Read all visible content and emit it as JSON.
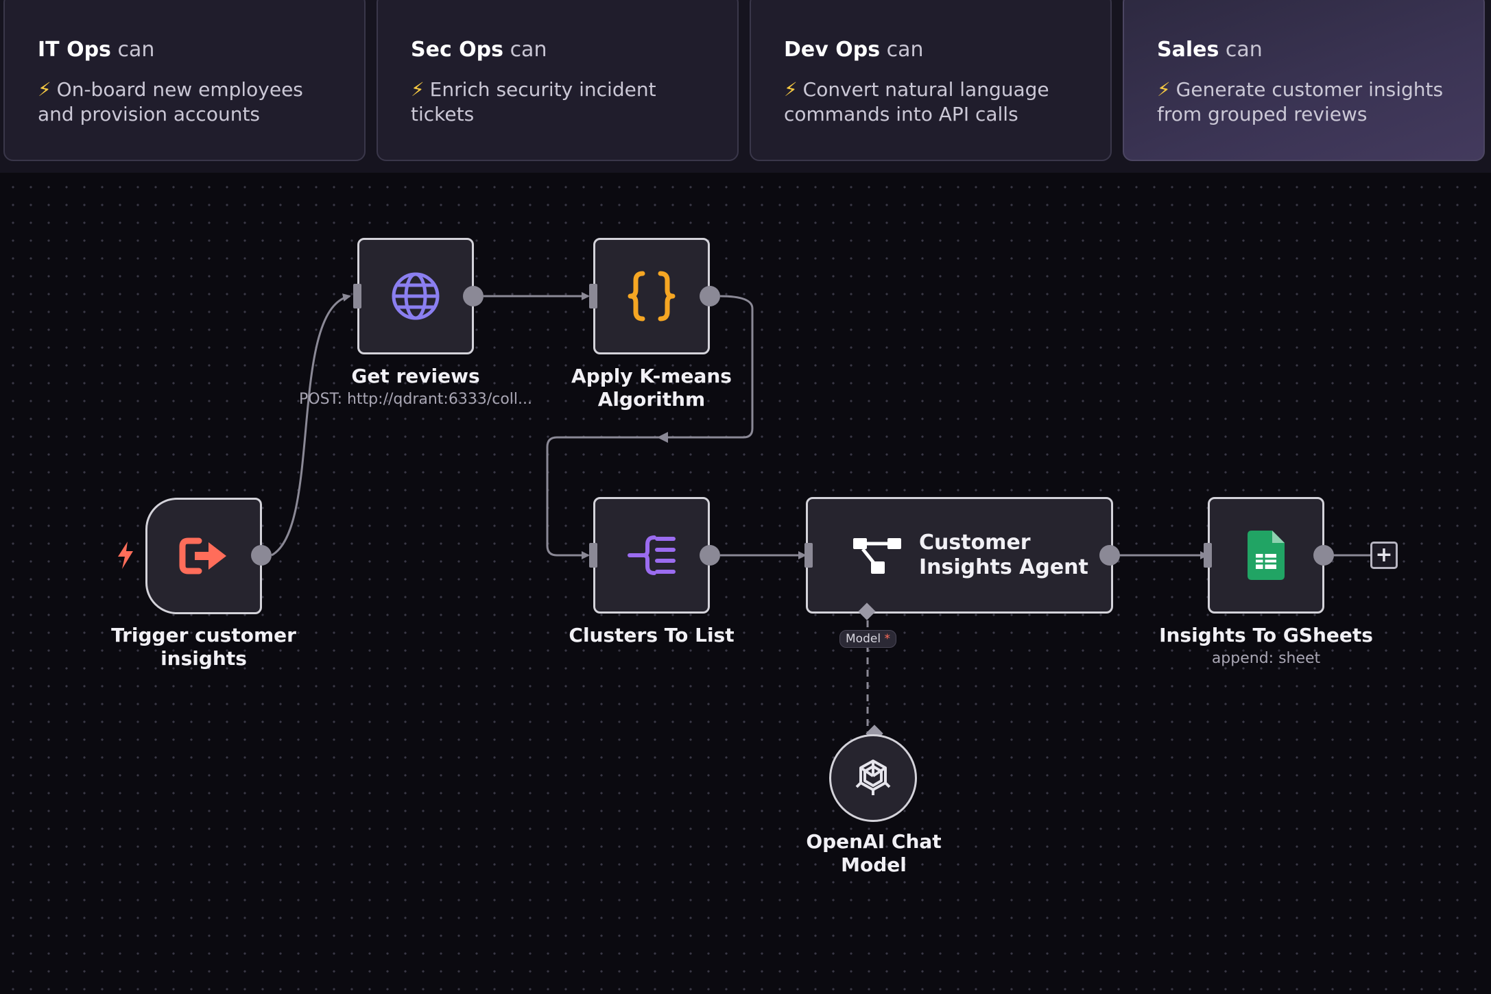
{
  "use_cases": [
    {
      "team": "IT Ops",
      "suffix": "can",
      "bolt": "⚡",
      "description": "On-board new employees and provision accounts"
    },
    {
      "team": "Sec Ops",
      "suffix": "can",
      "bolt": "⚡",
      "description": "Enrich security incident tickets"
    },
    {
      "team": "Dev Ops",
      "suffix": "can",
      "bolt": "⚡",
      "description": "Convert natural language commands into API calls"
    },
    {
      "team": "Sales",
      "suffix": "can",
      "bolt": "⚡",
      "description": "Generate customer insights from grouped reviews"
    }
  ],
  "active_use_case": "Sales",
  "workflow": {
    "nodes": {
      "trigger": {
        "label": "Trigger customer insights",
        "icon": "sign-out-arrow-icon",
        "color": "#ff6d5a"
      },
      "get_reviews": {
        "label": "Get reviews",
        "subtitle": "POST: http://qdrant:6333/coll...",
        "icon": "globe-icon",
        "color": "#8b7ff0"
      },
      "kmeans": {
        "label": "Apply K-means Algorithm",
        "icon": "code-braces-icon",
        "color": "#f5a623"
      },
      "clusters": {
        "label": "Clusters To List",
        "icon": "split-out-icon",
        "color": "#9b6cf0"
      },
      "agent": {
        "label": "Customer Insights Agent",
        "icon": "agent-robot-icon",
        "color": "#ffffff"
      },
      "gsheets": {
        "label": "Insights To GSheets",
        "subtitle": "append: sheet",
        "icon": "google-sheets-icon",
        "color": "#21a464"
      },
      "openai": {
        "label": "OpenAI Chat Model",
        "icon": "openai-icon",
        "color": "#e6e5ec"
      }
    },
    "model_connector": {
      "label": "Model",
      "required_mark": "*"
    },
    "add_node_symbol": "+"
  },
  "colors": {
    "accent_trigger": "#ff6d5a",
    "background": "#0b0a10",
    "node_fill": "#26242e",
    "node_border": "#d4d3da",
    "connector": "#8b8996"
  }
}
